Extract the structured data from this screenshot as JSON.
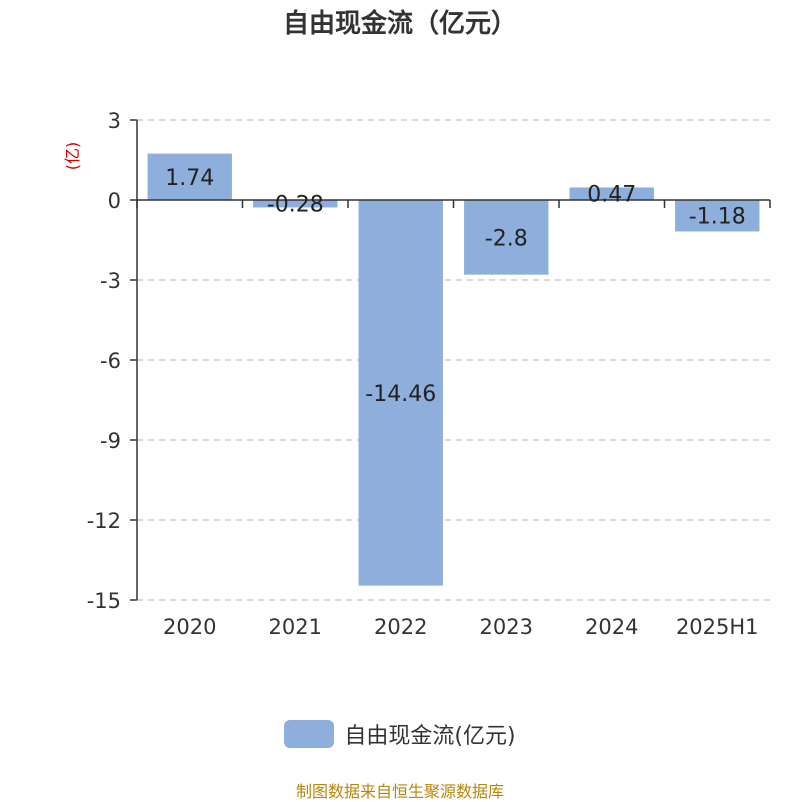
{
  "chart_data": {
    "type": "bar",
    "title": "自由现金流（亿元）",
    "ylabel": "(亿)",
    "categories": [
      "2020",
      "2021",
      "2022",
      "2023",
      "2024",
      "2025H1"
    ],
    "series": [
      {
        "name": "自由现金流(亿元)",
        "values": [
          1.74,
          -0.28,
          -14.46,
          -2.8,
          0.47,
          -1.18
        ],
        "labels": [
          "1.74",
          "-0.28",
          "-14.46",
          "-2.8",
          "0.47",
          "-1.18"
        ]
      }
    ],
    "ylim": [
      -15,
      3
    ],
    "yticks": [
      3,
      0,
      -3,
      -6,
      -9,
      -12,
      -15
    ],
    "grid": true,
    "legend_position": "bottom",
    "bar_color": "#8eafdb",
    "ylabel_color": "#cc0000"
  },
  "source": "制图数据来自恒生聚源数据库"
}
